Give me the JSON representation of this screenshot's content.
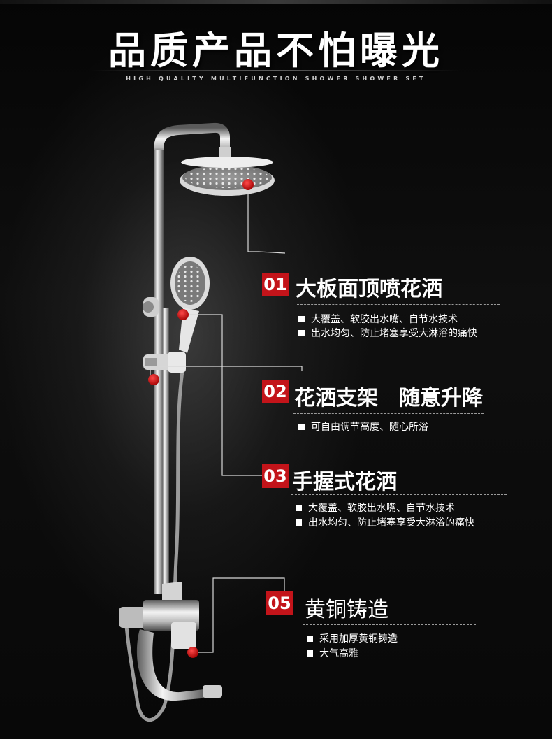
{
  "header": {
    "title": "品质产品不怕曝光",
    "subtitle": "HIGH QUALITY MULTIFUNCTION SHOWER SHOWER SET"
  },
  "features": [
    {
      "number": "01",
      "title": "大板面顶喷花洒",
      "bullets": [
        "大覆盖、软胶出水嘴、自节水技术",
        "出水均匀、防止堵塞享受大淋浴的痛快"
      ]
    },
    {
      "number": "02",
      "title": "花洒支架　随意升降",
      "bullets": [
        "可自由调节高度、随心所浴"
      ]
    },
    {
      "number": "03",
      "title": "手握式花洒",
      "bullets": [
        "大覆盖、软胶出水嘴、自节水技术",
        "出水均匀、防止堵塞享受大淋浴的痛快"
      ]
    },
    {
      "number": "05",
      "title": "黄铜铸造",
      "bullets": [
        "采用加厚黄铜铸造",
        "大气高雅"
      ]
    }
  ],
  "colors": {
    "accent": "#c3141a",
    "background": "#0b0b0b",
    "text": "#ffffff"
  }
}
